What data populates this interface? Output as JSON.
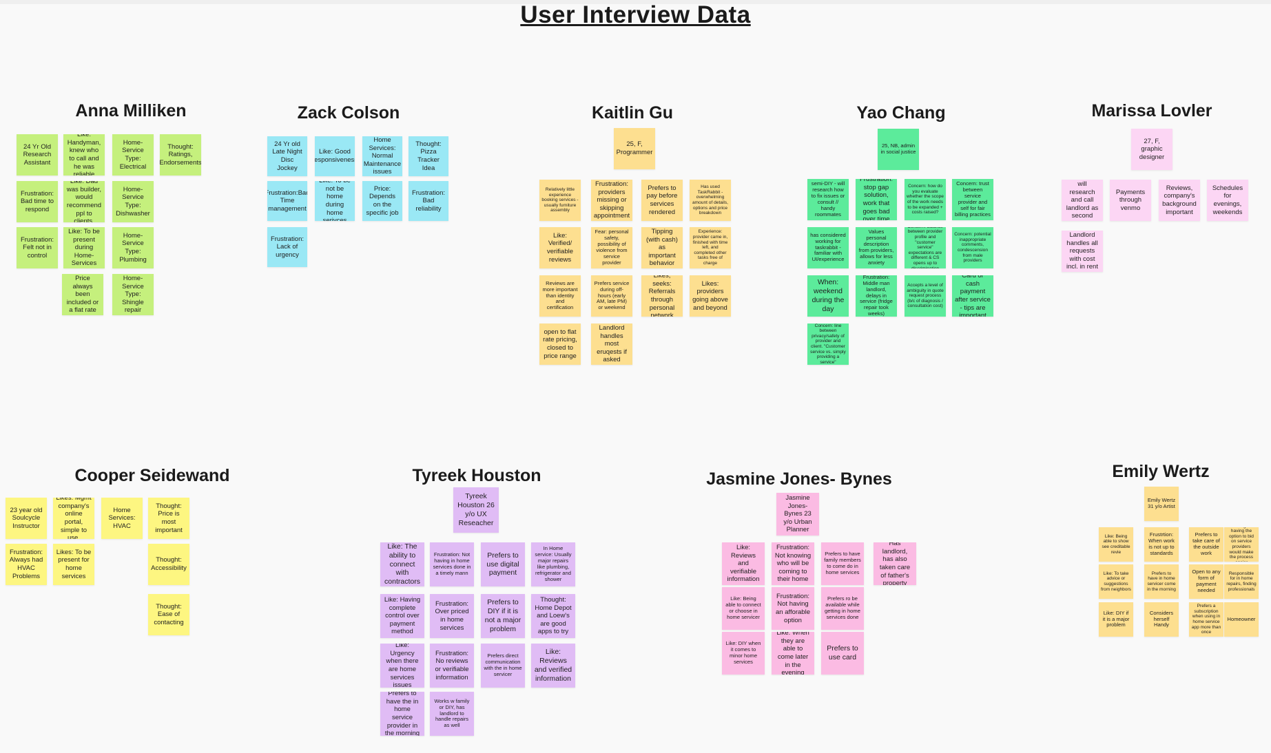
{
  "board": {
    "title": "User Interview Data"
  },
  "colors": {
    "green": "#c5f07d",
    "cyan": "#9ae8f5",
    "orange": "#fddf90",
    "mint": "#5ceb9b",
    "pink": "#fcd6f4",
    "yellow": "#fdf681",
    "purple": "#e0bcf5",
    "rose": "#fbbbe3"
  },
  "groups": [
    {
      "key": "anna",
      "name": "Anna Milliken",
      "notes": [
        "24 Yr Old Research Assistant",
        "Like: Handyman, knew who to call and he was reliable",
        "Home-Service Type: Electrical",
        "Thought: Ratings, Endorsements",
        "Frustration: Bad time to respond",
        "Like: Dad was builder, would recommend ppl to clients.",
        "Home-Service Type: Dishwasher",
        "Frustration: Felt not in control",
        "Like: To be present during Home-Services",
        "Home-Service Type: Plumbing",
        "Price always been included or a flat rate",
        "Home-Service Type: Shingle repair"
      ]
    },
    {
      "key": "zack",
      "name": "Zack Colson",
      "notes": [
        "24 Yr old Late Night Disc Jockey",
        "Like:  Good responsiveness",
        "Home Services: Normal Maintenance issues",
        "Thought: Pizza Tracker Idea",
        "Frustration:Bad Time management",
        "Like: To be not be home during home serivces",
        "Price: Depends on the specific job",
        "Frustration: Bad reliability",
        "Frustration: Lack of urgency"
      ]
    },
    {
      "key": "kaitlin",
      "name": "Kaitlin Gu",
      "notes": [
        "25, F, Programmer",
        "Relatively little experience booking services - usually furniture assembly",
        "Frustration: providers missing or skipping appointment",
        "Prefers to pay before services rendered",
        "Has used TaskRabbit - overwhelming amount of details, options and price breakdown",
        "Like: Verified/ verifiable reviews",
        "Fear: personal safety, possibility of violence from service provider",
        "Tipping (with cash) as important behavior",
        "Experience: provider came in, finished with time left, and completed other tasks free of charge",
        "Reviews are more important than identity and certification",
        "Prefers service during off-hours (early AM, late PM) or weekend",
        "Likes, seeks: Referrals through personal network",
        "Likes: providers going above and beyond",
        "open to flat rate pricing, closed to price range",
        "Landlord handles most eruqests if asked"
      ]
    },
    {
      "key": "yao",
      "name": "Yao Chang",
      "notes": [
        "25, NB, admin in social justice",
        "semi-DIY - will research how to fix issues or consult // handy roommates",
        "Frustration: stop gap solution, work that goes bad over time",
        "Concern: how do you evaluate whether the scope of the work needs to be expanded + costs raised?",
        "Concern: trust between service provider and self for fair billing practices",
        "has considered working for taskrabbit - familiar with UI/experience",
        "Values personal description from providers, allows for less anxiety",
        "Concern: balance between provider profile and \"customer service\" expectations are different & CS opens up to discrimination",
        "Concern: potential inappropriate comments, condescension from male providers",
        "When: weekend during the day",
        "Frustration: Middle man landlord, delays in service (fridge repair took weeks)",
        "Accepts a level of ambiguity in quote request process (b/c of diagnosis / consultation cost)",
        "Card or cash payment after service - tips are important",
        "Concern: line between privacy/safety of provider and client. \"Customer service vs. simply providing a service\""
      ]
    },
    {
      "key": "marissa",
      "name": "Marissa Lovler",
      "notes": [
        "27, F, graphic designer",
        "semi-DIY - will research and call landlord as second option",
        "Payments through venmo",
        "Reviews, company's background important",
        "Schedules for evenings, weekends",
        "Landlord handles all requests with cost incl. in rent"
      ]
    },
    {
      "key": "cooper",
      "name": "Cooper Seidewand",
      "notes": [
        "23 year old Soulcycle Instructor",
        "Likes:  Mgmt company's online portal, simple to use.",
        "Home Services: HVAC",
        "Thought: Price is most important",
        "Frustration: Always had HVAC Problems",
        "Likes: To be present for home services",
        "Thought: Accessibility",
        "Thought: Ease of contacting"
      ]
    },
    {
      "key": "tyreek",
      "name": "Tyreek Houston",
      "notes": [
        "Tyreek Houston 26 y/o UX Reseacher",
        "Like: The ability to connect with contractors",
        "Frustration: Not having in home services done in a timely mann",
        "Prefers to use digital payment",
        "In Home service: Usually major repairs like plumbing, refrigerator and shower",
        "Like: Having complete control over payment method",
        "Frustration: Over priced in home services",
        "Prefers to DIY if it is not a major problem",
        "Thought: Home Depot and Loew's are good apps to try",
        "Like: Urgency when there are home services issues",
        "Frustration: No reviews or verifiable information",
        "Prefers direct communication with the in home servicer",
        "Like: Reviews and verified information",
        "Prefers to have the in home service provider in the morning",
        "Works w family or DIY, has landlord to handle repairs as well"
      ]
    },
    {
      "key": "jasmine",
      "name": "Jasmine Jones- Bynes",
      "notes": [
        "Jasmine Jones- Bynes 23 y/o Urban Planner",
        "Like: Reviews and verifiable information",
        "Frustration: Not knowing who will be coming to their home",
        "Prefers to have family members to come do in home services",
        "Has landlord, has also taken care of father's property",
        "Like: Being able to connect or choose in home servicer",
        "Frustration: Not having an afforable option",
        "Prefers ro be available while getting in home services done",
        "Like: DIY when it comes to minor home services",
        "Like: When they are able to come later in the evening",
        "Prefers to use card"
      ]
    },
    {
      "key": "emily",
      "name": "Emily Wertz",
      "notes": [
        "Emily Wertz 31 y/o Artist",
        "Like: Being able to show see creditable revie",
        "Frustrtion: When work is not up to standards",
        "Prefers to take care of the outside work",
        "Thought having the option to bid on service providers would make the process easier",
        "Like: To take advice or suggestions from neighbors",
        "Prefers to have in home servicer come in the morning",
        "Open to any form of payment needed",
        "Responsible for in home repairs, finding professionals",
        "Like: DIY if it is a major problem",
        "Considers herself Handy",
        "Prefers a subscription when using in home service app more than once",
        "Homeowner"
      ]
    }
  ]
}
